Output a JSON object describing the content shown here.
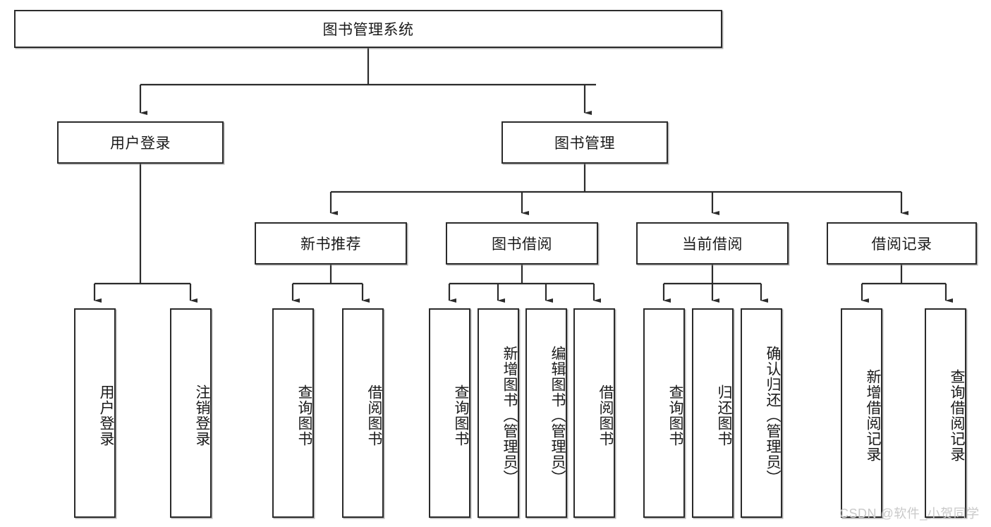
{
  "diagram": {
    "title": "图书管理系统",
    "type": "hierarchy-tree",
    "watermark": "CSDN @软件_小贺同学",
    "colors": {
      "box_border": "#2b2b2b",
      "box_fill": "#ffffff",
      "edge": "#2b2b2b",
      "watermark": "#c9c9c9"
    },
    "nodes": {
      "root": "图书管理系统",
      "level2": {
        "user_login": "用户登录",
        "book_manage": "图书管理"
      },
      "level3": {
        "new_book_recommend": "新书推荐",
        "book_borrow": "图书借阅",
        "current_borrow": "当前借阅",
        "borrow_record": "借阅记录"
      },
      "leaves": {
        "user_login_children": [
          "用户登录",
          "注销登录"
        ],
        "new_book_recommend_children": [
          "查询图书",
          "借阅图书"
        ],
        "book_borrow_children": [
          "查询图书",
          "新增图书（管理员）",
          "编辑图书（管理员）",
          "借阅图书"
        ],
        "current_borrow_children": [
          "查询图书",
          "归还图书",
          "确认归还（管理员）"
        ],
        "borrow_record_children": [
          "新增借阅记录",
          "查询借阅记录"
        ]
      }
    }
  }
}
